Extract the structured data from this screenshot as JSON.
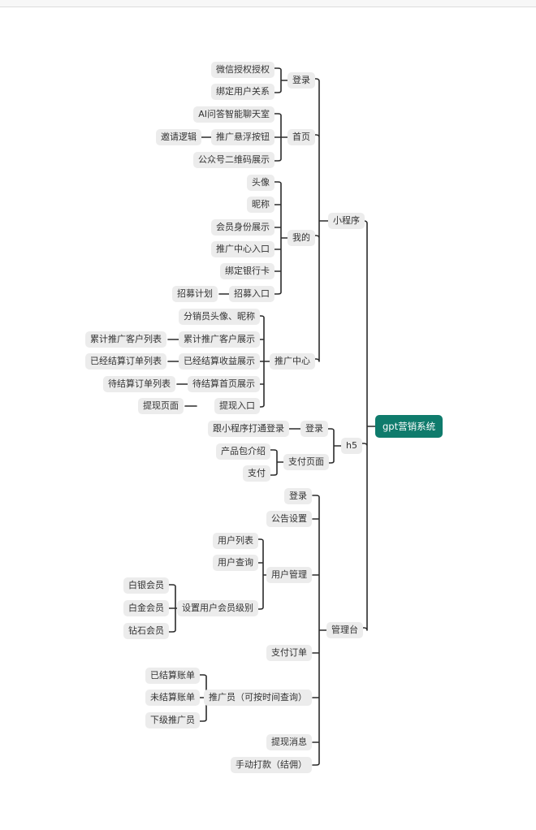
{
  "mindmap": {
    "root": {
      "label": "gpt营销系统",
      "color": "#0f7b6c"
    },
    "branches": {
      "miniprogram": {
        "label": "小程序",
        "login": {
          "label": "登录",
          "children": [
            "微信授权授权",
            "绑定用户关系"
          ]
        },
        "home": {
          "label": "首页",
          "children": [
            "AI问答智能聊天室",
            "推广悬浮按钮",
            "公众号二维码展示"
          ],
          "float_child": "邀请逻辑"
        },
        "mine": {
          "label": "我的",
          "children": [
            "头像",
            "昵称",
            "会员身份展示",
            "推广中心入口",
            "绑定银行卡",
            "招募入口"
          ],
          "recruit_child": "招募计划"
        },
        "promo_center": {
          "label": "推广中心",
          "children": [
            "分销员头像、昵称",
            "累计推广客户展示",
            "已经结算收益展示",
            "待结算首页展示",
            "提现入口"
          ],
          "grandchildren": [
            "累计推广客户列表",
            "已经结算订单列表",
            "待结算订单列表",
            "提现页面"
          ]
        }
      },
      "h5": {
        "label": "h5",
        "login": {
          "label": "登录",
          "child": "跟小程序打通登录"
        },
        "pay_page": {
          "label": "支付页面",
          "children": [
            "产品包介绍",
            "支付"
          ]
        }
      },
      "admin": {
        "label": "管理台",
        "children": [
          "登录",
          "公告设置",
          "用户管理",
          "支付订单",
          "推广员（可按时间查询）",
          "提现消息",
          "手动打款（结佣）"
        ],
        "user_mgmt": {
          "children": [
            "用户列表",
            "用户查询",
            "设置用户会员级别"
          ],
          "levels": [
            "白银会员",
            "白金会员",
            "钻石会员"
          ]
        },
        "promoter": {
          "children": [
            "已结算账单",
            "未结算账单",
            "下级推广员"
          ]
        }
      }
    }
  }
}
